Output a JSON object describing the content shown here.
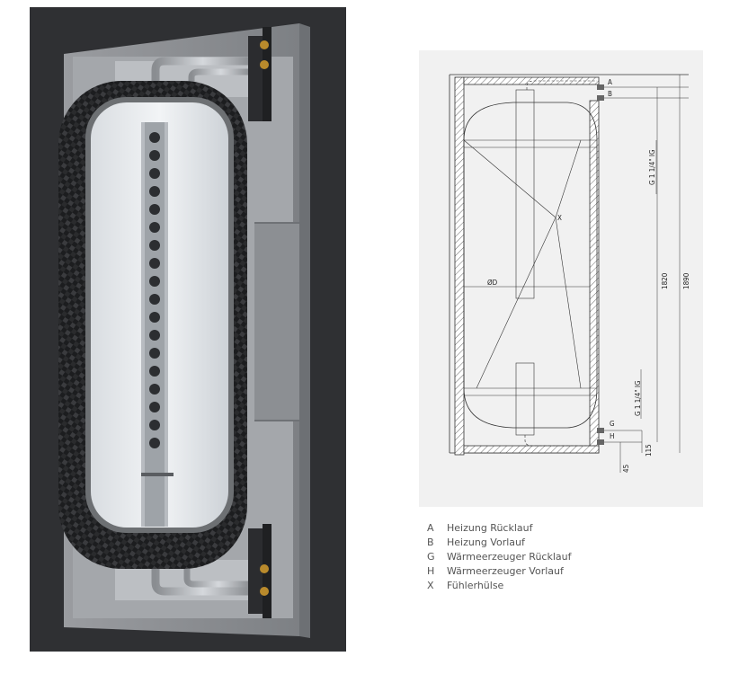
{
  "diagram": {
    "dimensions": {
      "thread_top": "G 1 1/4\" IG",
      "thread_bottom": "G 1 1/4\" IG",
      "height_inner": "1820",
      "height_outer": "1890",
      "bottom_offset_1": "45",
      "bottom_offset_2": "115",
      "diameter": "ØD"
    },
    "port_labels": {
      "A": "A",
      "B": "B",
      "G": "G",
      "H": "H",
      "X": "X"
    }
  },
  "legend": [
    {
      "key": "A",
      "label": "Heizung Rücklauf"
    },
    {
      "key": "B",
      "label": "Heizung Vorlauf"
    },
    {
      "key": "G",
      "label": "Wärmeerzeuger Rücklauf"
    },
    {
      "key": "H",
      "label": "Wärmeerzeuger Vorlauf"
    },
    {
      "key": "X",
      "label": "Fühlerhülse"
    }
  ],
  "colors": {
    "photo_background": "#2f3033",
    "insulation_gray": "#8f9296",
    "carbon_jacket": "#1e1f21",
    "tank_interior": "#e9ecef",
    "drawing_background": "#f1f1f1",
    "legend_text": "#555555"
  }
}
